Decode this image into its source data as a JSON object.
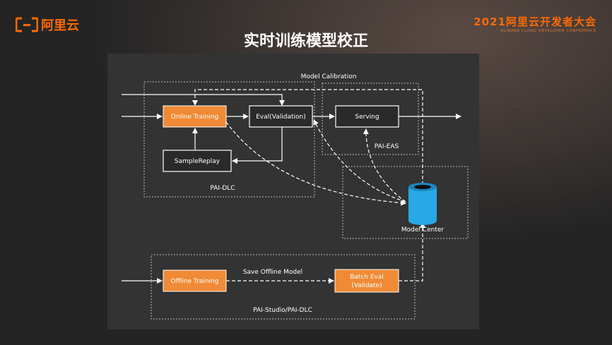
{
  "header": {
    "logo_text": "阿里云",
    "conference_title": "2021阿里云开发者大会",
    "conference_subtitle": "ALIBABA CLOUD DEVELOPER CONFERENCE"
  },
  "slide": {
    "title": "实时训练模型校正"
  },
  "diagram": {
    "regions": {
      "pai_dlc": "PAI-DLC",
      "pai_eas": "PAI-EAS",
      "model_center": "Model Center",
      "pai_studio": "PAI-Studio/PAI-DLC"
    },
    "nodes": {
      "online_training": "Online Training",
      "eval_validation": "Eval(Validation)",
      "serving": "Serving",
      "sample_replay": "SampleReplay",
      "offline_training": "Offline Training",
      "batch_eval_line1": "Batch Eval",
      "batch_eval_line2": "(Validate)"
    },
    "edge_labels": {
      "model_calibration": "Model Calibration",
      "save_offline_model": "Save Offline Model"
    },
    "colors": {
      "orange_node": "#f08a36",
      "dark_node": "#2a2a2a",
      "stroke": "#ffffff",
      "cylinder": "#29a8e8",
      "panel": "#333333",
      "brand": "#ff6a00"
    }
  }
}
